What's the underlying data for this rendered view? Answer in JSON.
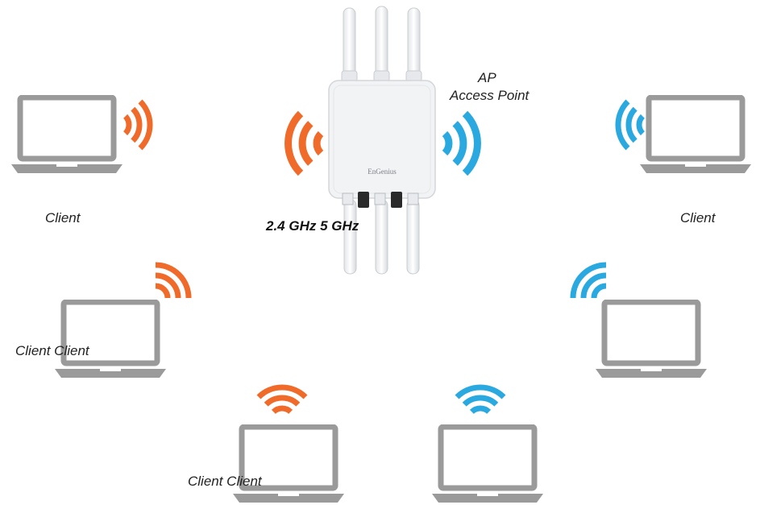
{
  "labels": {
    "ap_line1": "AP",
    "ap_line2": "Access Point",
    "bands": "2.4 GHz 5 GHz",
    "client_left": "Client",
    "client_right": "Client",
    "client_mid_left": "Client Client",
    "client_bottom": "Client Client"
  },
  "device": {
    "brand": "EnGenius",
    "body_color": "#f2f3f5"
  },
  "colors": {
    "band_24": "#f06a2a",
    "band_5": "#2aa8e0",
    "laptop": "#9a9a9a"
  },
  "icons": {
    "laptop": "laptop-icon",
    "wifi": "wifi-signal-icon",
    "access_point": "access-point-icon"
  }
}
